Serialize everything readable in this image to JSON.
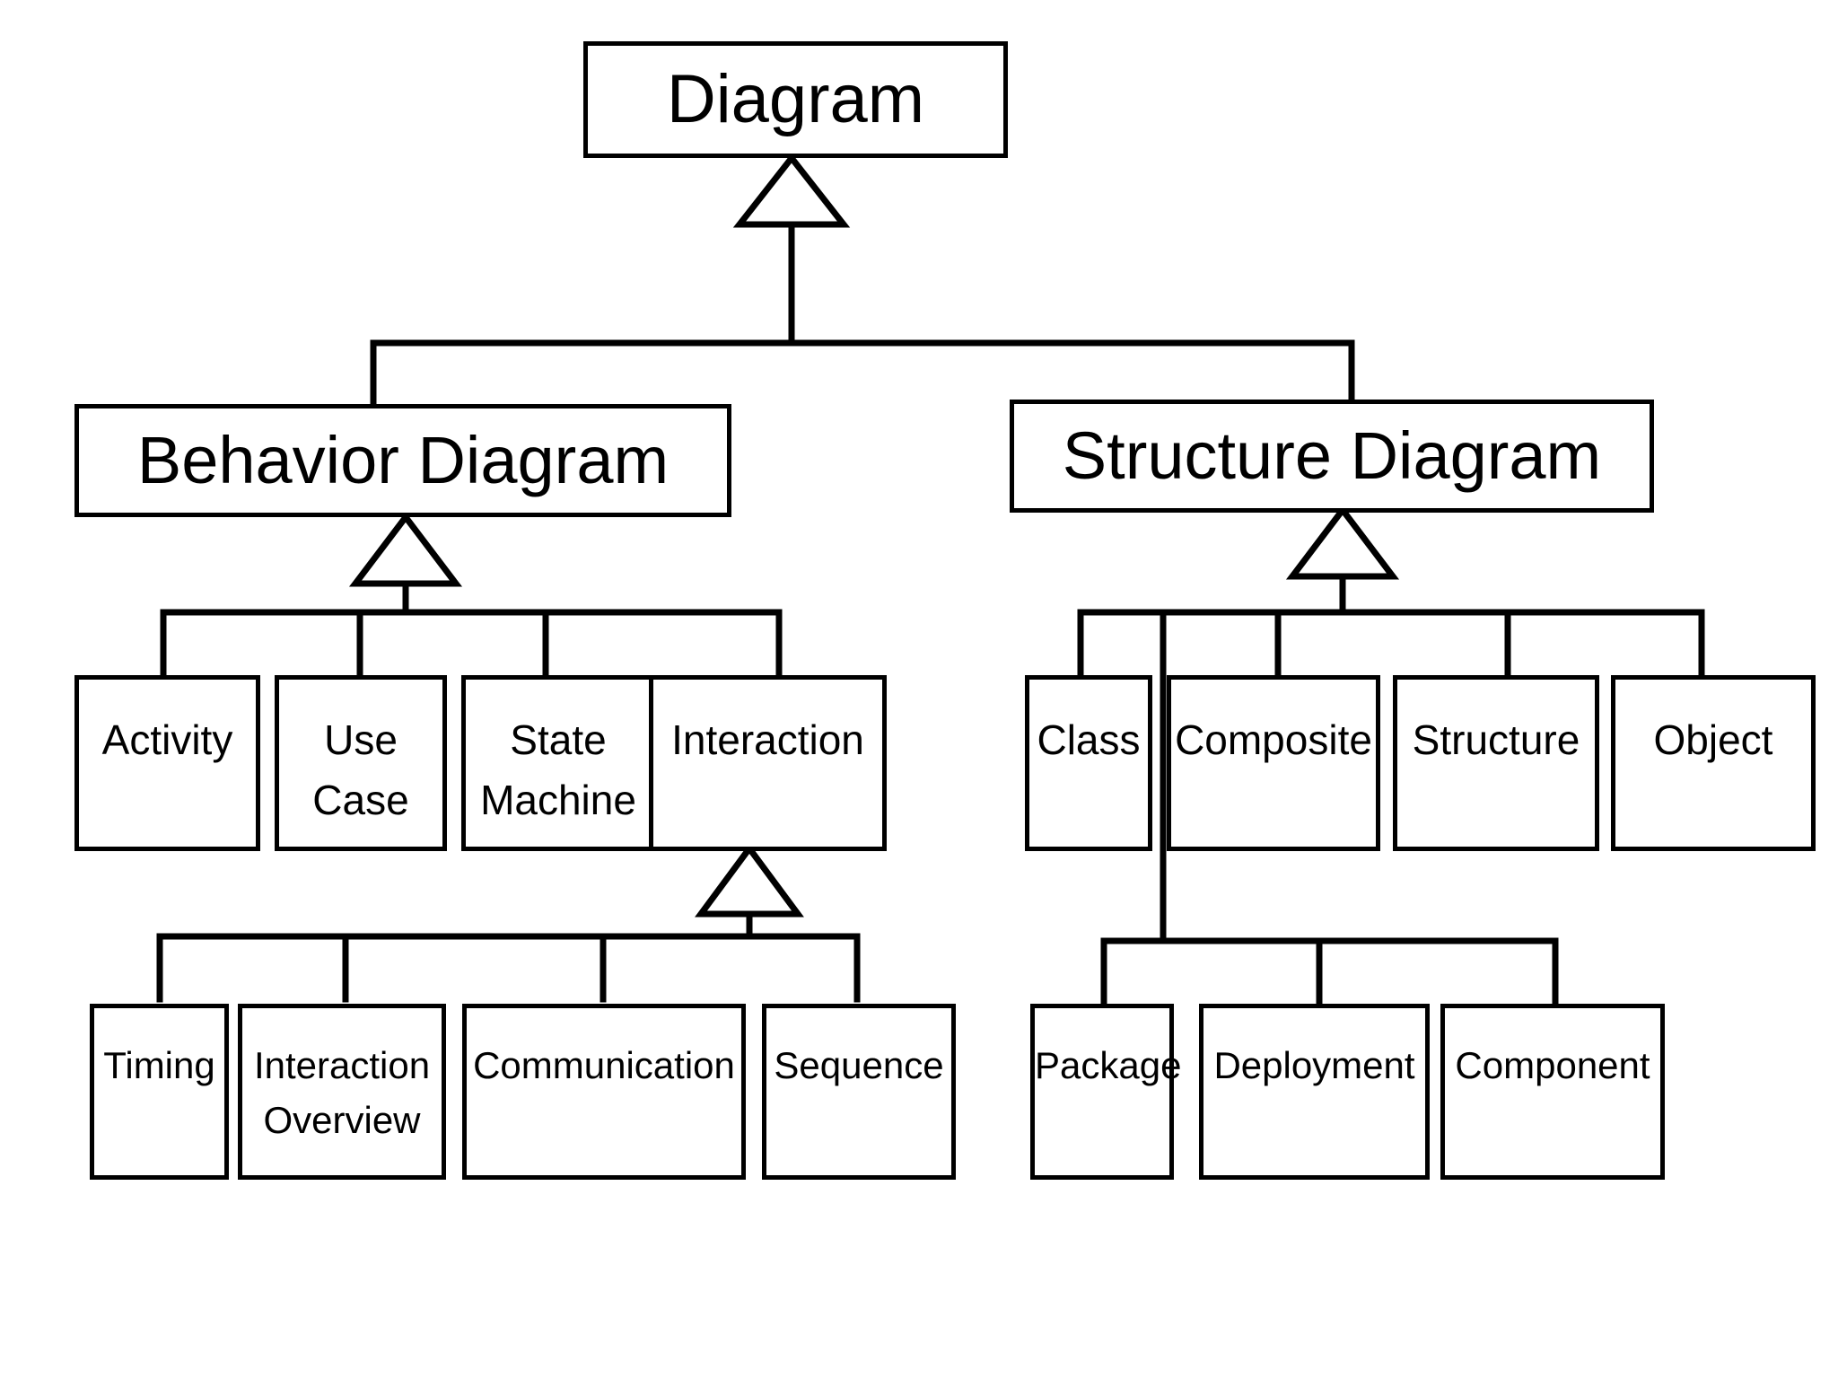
{
  "diagram": {
    "kind": "uml-taxonomy-tree",
    "title": "Diagram",
    "background_color": "#ffffff",
    "line_color": "#000000",
    "text_color": "#000000",
    "relationship": "generalization",
    "arrow_glyph": "hollow-triangle"
  },
  "nodes": {
    "root": {
      "label": "Diagram"
    },
    "behavior": {
      "label": "Behavior Diagram"
    },
    "structure": {
      "label": "Structure Diagram"
    },
    "behavior_children": [
      {
        "label": "Activity"
      },
      {
        "label": "Use\nCase"
      },
      {
        "label": "State\nMachine"
      },
      {
        "label": "Interaction"
      }
    ],
    "interaction_children": [
      {
        "label": "Timing"
      },
      {
        "label": "Interaction\nOverview"
      },
      {
        "label": "Communication"
      },
      {
        "label": "Sequence"
      }
    ],
    "structure_children": [
      {
        "label": "Class"
      },
      {
        "label": "Composite"
      },
      {
        "label": "Structure"
      },
      {
        "label": "Object"
      }
    ],
    "structure_children_row2": [
      {
        "label": "Package"
      },
      {
        "label": "Deployment"
      },
      {
        "label": "Component"
      }
    ]
  },
  "edges": [
    {
      "from": "behavior",
      "to": "root"
    },
    {
      "from": "structure",
      "to": "root"
    },
    {
      "from": "activity",
      "to": "behavior"
    },
    {
      "from": "use-case",
      "to": "behavior"
    },
    {
      "from": "state-machine",
      "to": "behavior"
    },
    {
      "from": "interaction",
      "to": "behavior"
    },
    {
      "from": "timing",
      "to": "interaction"
    },
    {
      "from": "interaction-overview",
      "to": "interaction"
    },
    {
      "from": "communication",
      "to": "interaction"
    },
    {
      "from": "sequence",
      "to": "interaction"
    },
    {
      "from": "class",
      "to": "structure"
    },
    {
      "from": "composite",
      "to": "structure"
    },
    {
      "from": "structure-node",
      "to": "structure"
    },
    {
      "from": "object",
      "to": "structure"
    },
    {
      "from": "package",
      "to": "structure"
    },
    {
      "from": "deployment",
      "to": "structure"
    },
    {
      "from": "component",
      "to": "structure"
    }
  ]
}
